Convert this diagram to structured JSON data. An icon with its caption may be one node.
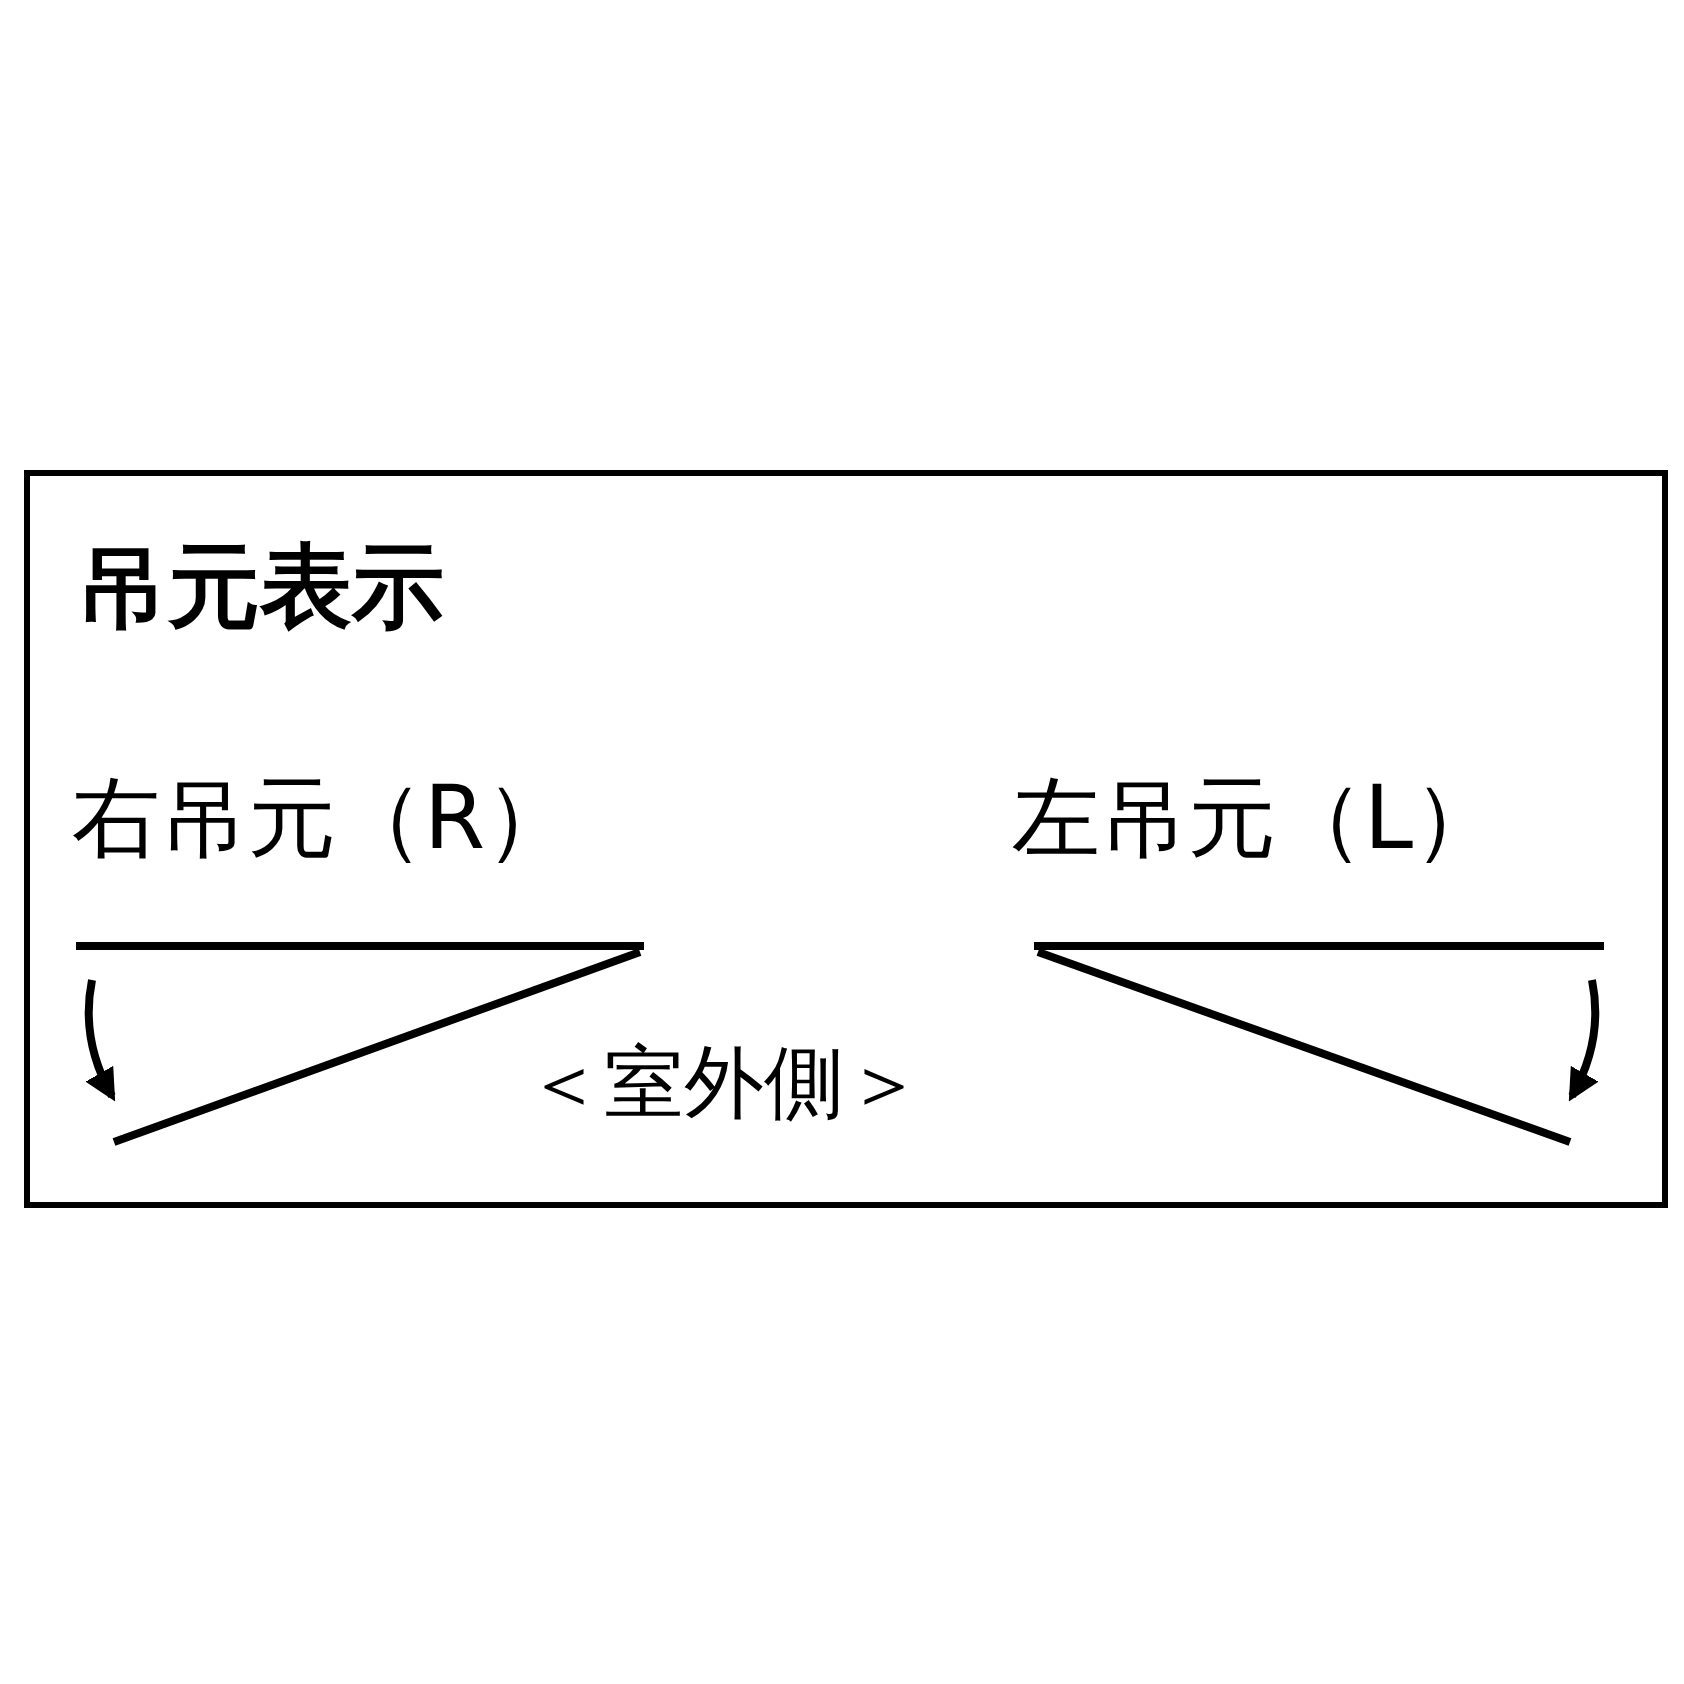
{
  "diagram": {
    "title": "吊元表示",
    "labels": [
      "右吊元（R）",
      "左吊元（L）",
      "＜室外側＞"
    ]
  }
}
